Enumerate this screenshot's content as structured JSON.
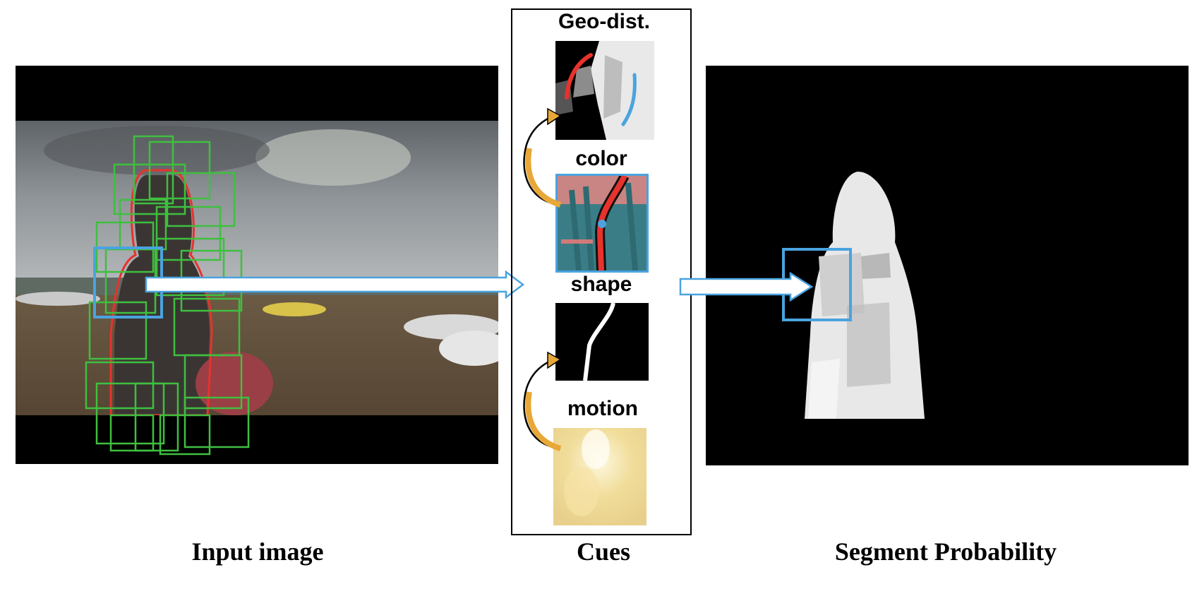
{
  "panels": {
    "input": {
      "caption": "Input image"
    },
    "cues": {
      "caption": "Cues",
      "items": [
        {
          "label": "Geo-dist."
        },
        {
          "label": "color"
        },
        {
          "label": "shape"
        },
        {
          "label": "motion"
        }
      ]
    },
    "output": {
      "caption": "Segment Probability"
    }
  },
  "colors": {
    "box_green": "#3fbf3f",
    "outline_red": "#e8322d",
    "highlight_blue": "#4aa3df",
    "arrow_orange": "#e8a838",
    "frame_black": "#000000"
  }
}
